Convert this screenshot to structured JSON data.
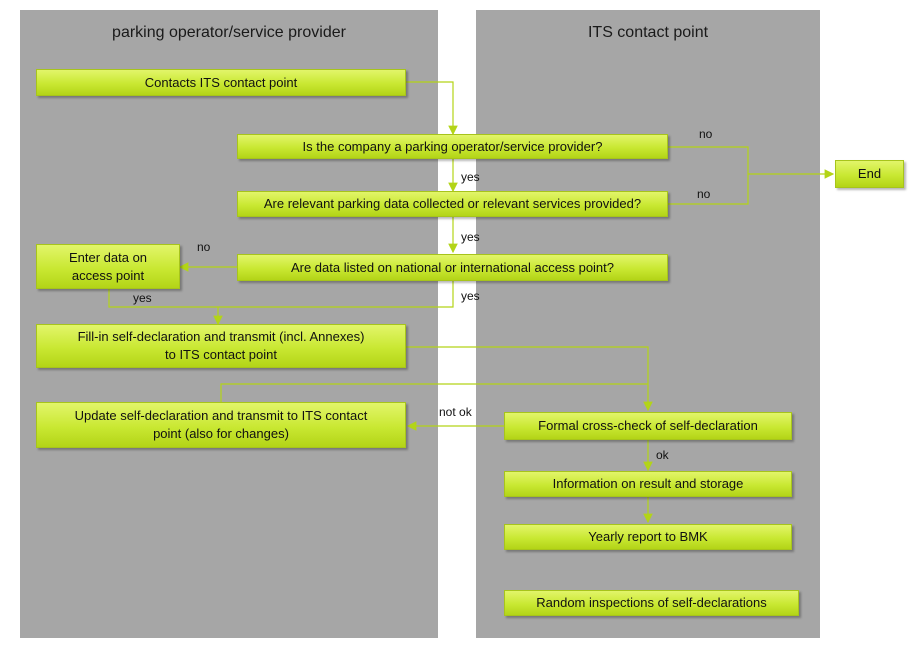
{
  "lanes": {
    "left_title": "parking operator/service provider",
    "right_title": "ITS contact point"
  },
  "boxes": {
    "contacts": "Contacts ITS contact point",
    "is_company": "Is the company a parking operator/service provider?",
    "relevant_data": "Are relevant parking data collected or relevant services provided?",
    "data_listed": "Are data listed on national or international access point?",
    "enter_data": "Enter data on access point",
    "fill_in": "Fill-in self-declaration and transmit (incl. Annexes) to ITS contact point",
    "update": "Update self-declaration and transmit to ITS contact point (also for changes)",
    "formal_check": "Formal cross-check of self-declaration",
    "information": "Information on result and storage",
    "yearly": "Yearly report to BMK",
    "random": "Random inspections of self-declarations",
    "end": "End"
  },
  "labels": {
    "no_1": "no",
    "no_2": "no",
    "no_3": "no",
    "yes_1": "yes",
    "yes_2": "yes",
    "yes_3": "yes",
    "yes_4": "yes",
    "not_ok": "not ok",
    "ok": "ok"
  },
  "colors": {
    "lane": "#a6a6a6",
    "box": "#c9e832",
    "connector": "#b3d417"
  }
}
